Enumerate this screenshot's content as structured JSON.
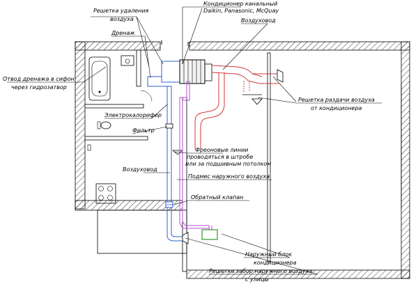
{
  "labels": {
    "grille_exhaust_1": "Решетка удаления",
    "grille_exhaust_2": "воздуха",
    "ac_unit_1": "Кондиционер канальный",
    "ac_unit_2": "Daikin, Panasonic, McQuay",
    "duct_top": "Воздуховод",
    "drain": "Дренаж",
    "drain_outlet_1": "Отвод дренажа в сифон",
    "drain_outlet_2": "через гидрозатвор",
    "supply_grille_1": "Решетка раздачи воздуха",
    "supply_grille_2": "от кондиционера",
    "heater": "Электрокалорифер",
    "filter": "Фильтр",
    "freon_1": "Фреоновые линии",
    "freon_2": "проводяться в штробе",
    "freon_3": "или за подшивным потолком",
    "duct_mid": "Воздуховод",
    "outdoor_air": "Подмес наружного воздуха",
    "check_valve": "Обратный клапан",
    "outdoor_unit_1": "Наружный блок",
    "outdoor_unit_2": "кондиционера",
    "intake_grille_1": "Решетка забор наружного воздуха",
    "intake_grille_2": "с улицы"
  },
  "colors": {
    "wall": "#000000",
    "duct_red": "#d13a3a",
    "freon_magenta": "#b44bd6",
    "blue": "#2f5fd0",
    "outdoor_green": "#2f9a2f"
  }
}
